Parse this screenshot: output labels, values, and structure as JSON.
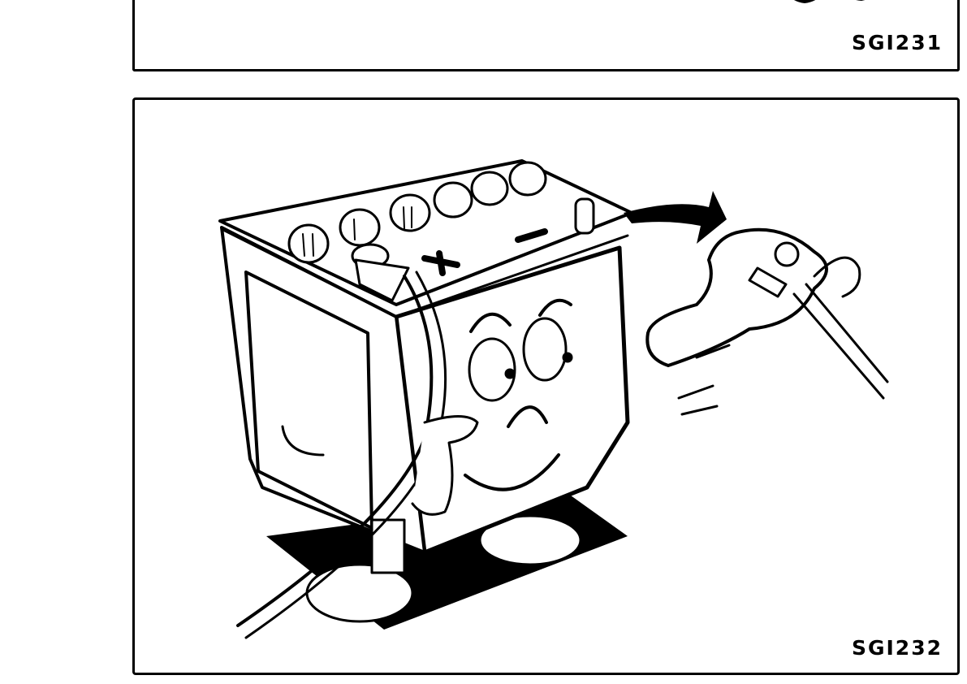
{
  "figures": [
    {
      "id_label": "SGI231",
      "partial": true,
      "description": "Bottom portion of previous illustration (cropped)"
    },
    {
      "id_label": "SGI232",
      "partial": false,
      "description": "Cartoon battery with face disconnecting a cable from its terminal; arrow indicates pulling the cable away",
      "elements": {
        "battery_caps": 6,
        "terminal_symbols": [
          "+",
          "-"
        ],
        "arrow_direction": "right"
      }
    }
  ],
  "colors": {
    "ink": "#000000",
    "paper": "#ffffff"
  }
}
